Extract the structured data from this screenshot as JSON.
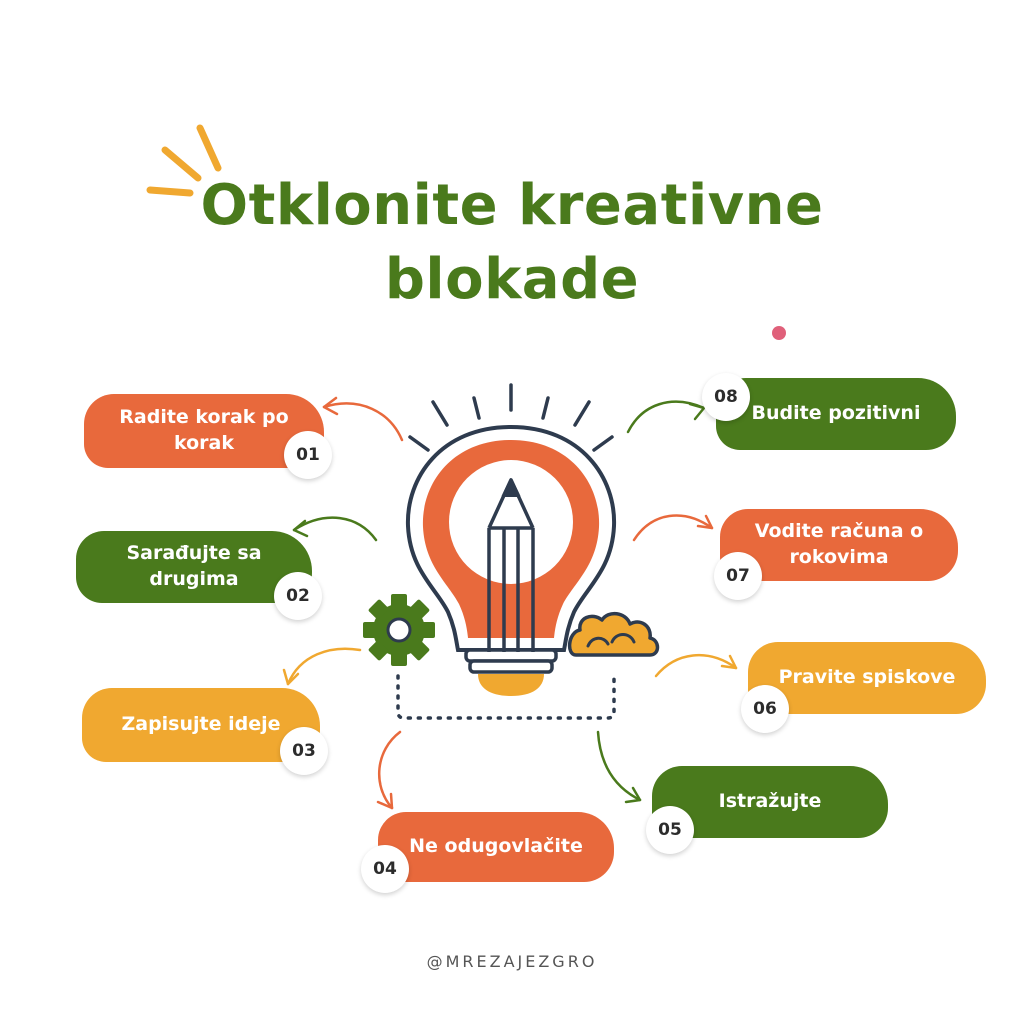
{
  "title": {
    "line1_pre": "Otklonite ",
    "line1_hl": "kreativne",
    "line2": "blokade"
  },
  "steps": [
    {
      "num": "01",
      "label": "Radite korak po korak",
      "color": "#e8693c"
    },
    {
      "num": "02",
      "label": "Sarađujte sa drugima",
      "color": "#4a7a1c"
    },
    {
      "num": "03",
      "label": "Zapisujte ideje",
      "color": "#f0a830"
    },
    {
      "num": "04",
      "label": "Ne odugovlačite",
      "color": "#e8693c"
    },
    {
      "num": "05",
      "label": "Istražujte",
      "color": "#4a7a1c"
    },
    {
      "num": "06",
      "label": "Pravite spiskove",
      "color": "#f0a830"
    },
    {
      "num": "07",
      "label": "Vodite računa o rokovima",
      "color": "#e8693c"
    },
    {
      "num": "08",
      "label": "Budite pozitivni",
      "color": "#4a7a1c"
    }
  ],
  "colors": {
    "green": "#4a7a1c",
    "orange": "#e8693c",
    "yellow": "#f0a830",
    "navy": "#2e3b4e",
    "pink": "#e0607a"
  },
  "icons": [
    "lightbulb-icon",
    "pencil-icon",
    "gear-icon",
    "cloud-icon",
    "sparkle-icon"
  ],
  "footer": "@MREZAJEZGRO"
}
